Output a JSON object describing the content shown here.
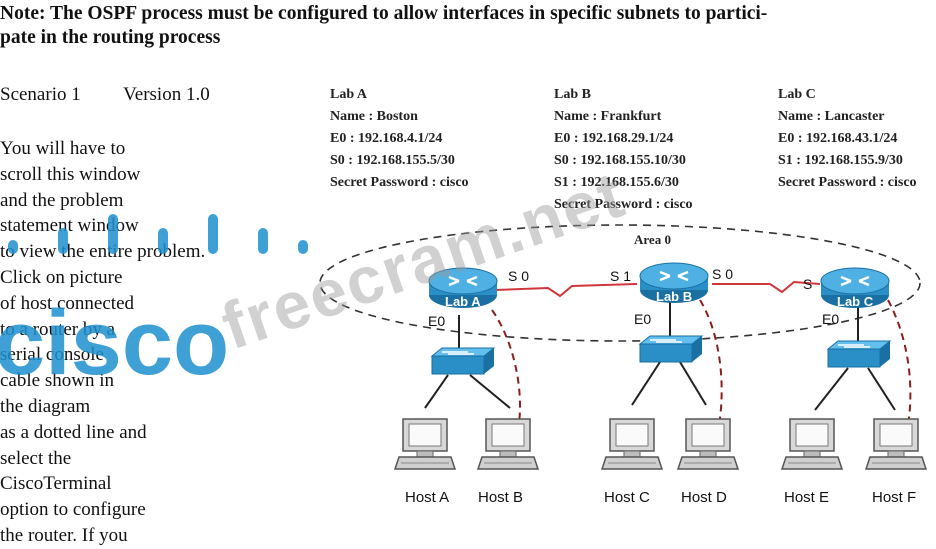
{
  "note": {
    "line1": "Note: The OSPF process must be configured to allow interfaces in specific subnets to partici-",
    "line2": "pate in the routing process"
  },
  "scenario": {
    "name": "Scenario 1",
    "version": "Version 1.0"
  },
  "instructions": [
    "You will have to",
    "scroll this window",
    "and the problem",
    "statement window",
    "to view the entire problem.",
    "Click on picture",
    "of host connected",
    "to a router by a",
    "serial console",
    "cable shown in",
    "the diagram",
    "as a dotted line and",
    "select the",
    "CiscoTerminal",
    "option to configure",
    "the router. If you"
  ],
  "labs": [
    {
      "title": "Lab A",
      "name": "Name : Boston",
      "line1": "E0 : 192.168.4.1/24",
      "line2": "S0 : 192.168.155.5/30",
      "line3": "Secret Password : cisco"
    },
    {
      "title": "Lab B",
      "name": "Name : Frankfurt",
      "line1": "E0 : 192.168.29.1/24",
      "line2": "S0 : 192.168.155.10/30",
      "line3": "S1 : 192.168.155.6/30",
      "line4": "Secret Password : cisco"
    },
    {
      "title": "Lab C",
      "name": "Name : Lancaster",
      "line1": "E0 : 192.168.43.1/24",
      "line2": "S1 : 192.168.155.9/30",
      "line3": "Secret Password : cisco"
    }
  ],
  "diagram": {
    "area": "Area 0",
    "routers": [
      "Lab A",
      "Lab B",
      "Lab C"
    ],
    "interfaces": {
      "a_s0": "S 0",
      "b_s1": "S 1",
      "b_s0": "S 0",
      "c_s1": "S",
      "a_e0": "E0",
      "b_e0": "E0",
      "c_e0": "E0"
    },
    "hosts": [
      "Host A",
      "Host B",
      "Host C",
      "Host D",
      "Host E",
      "Host F"
    ]
  },
  "watermarks": {
    "cisco": "cisco",
    "site": "freecram.net"
  },
  "colors": {
    "router": "#2a8fc7",
    "serial_link": "#d0363b",
    "cisco_watermark": "#1e90d0"
  }
}
